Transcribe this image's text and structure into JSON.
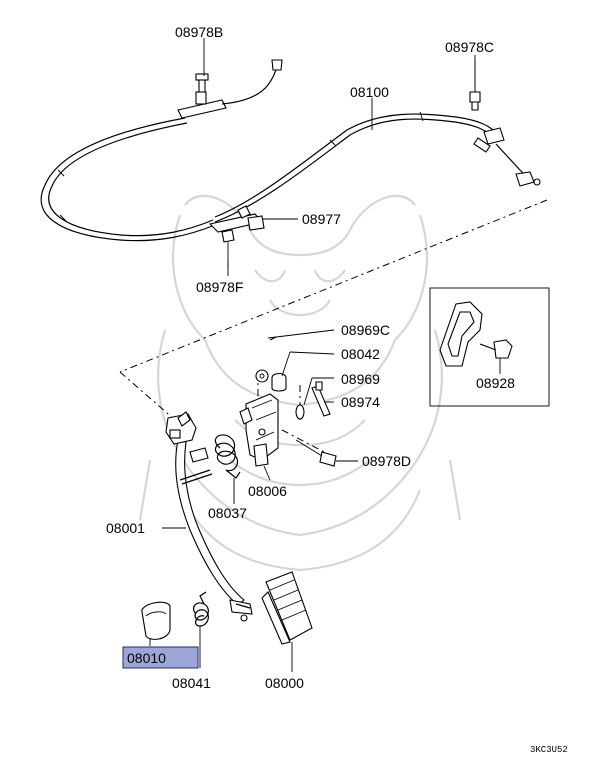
{
  "labels": {
    "p08978B": "08978B",
    "p08978C": "08978C",
    "p08100": "08100",
    "p08977": "08977",
    "p08978F": "08978F",
    "p08969C": "08969C",
    "p08042": "08042",
    "p08969": "08969",
    "p08974": "08974",
    "p08978D": "08978D",
    "p08006": "08006",
    "p08037": "08037",
    "p08001": "08001",
    "p08010": "08010",
    "p08041": "08041",
    "p08000": "08000",
    "p08928": "08928"
  },
  "footer": {
    "code": "3KC3U52"
  },
  "colors": {
    "highlight": "#9ea6d8",
    "line": "#000000",
    "watermark": "#d6d6d6"
  }
}
